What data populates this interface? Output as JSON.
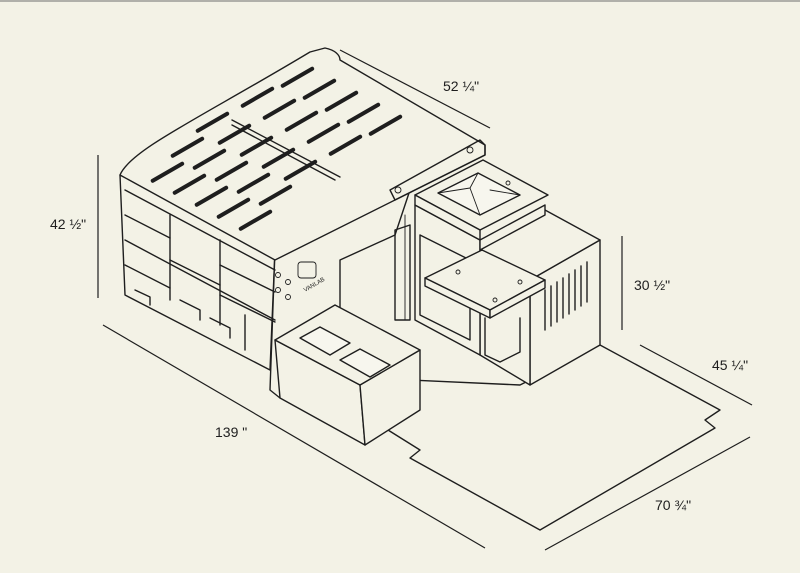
{
  "dimensions": {
    "bed_width": "52 ¼\"",
    "bed_height": "42 ½\"",
    "total_length": "139 \"",
    "galley_height": "30 ½\"",
    "floor_width": "45 ¼\"",
    "floor_length": "70 ¾\""
  },
  "panel_text": "VANLAB",
  "colors": {
    "background": "#f3f2e6",
    "line": "#1e1e1e"
  }
}
